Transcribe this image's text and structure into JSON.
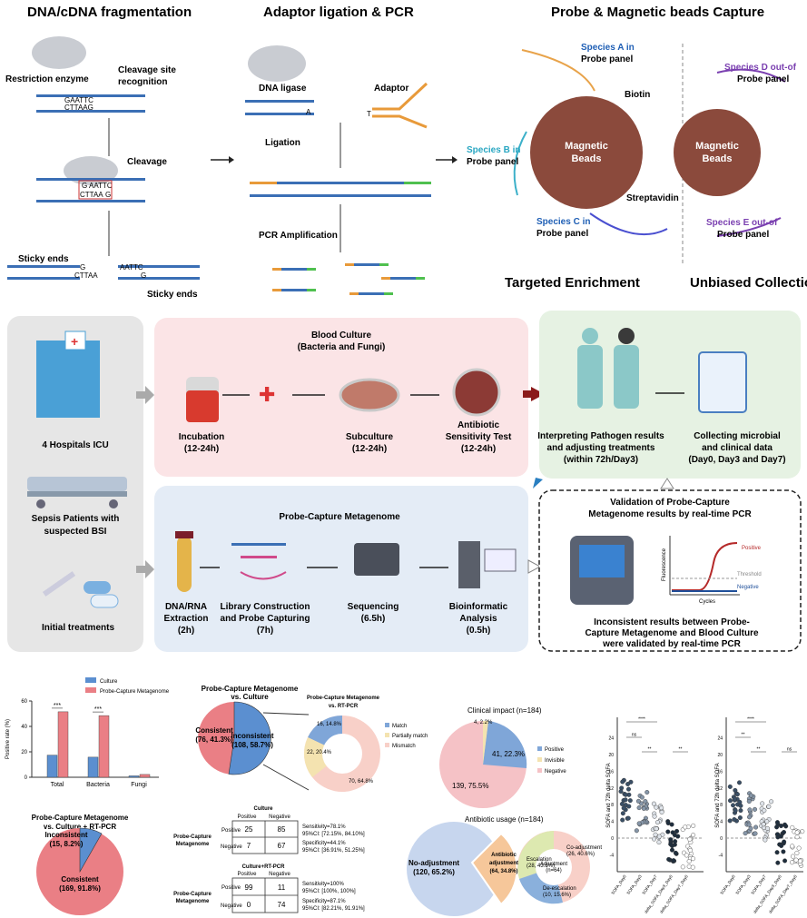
{
  "top": {
    "frag_title": "DNA/cDNA fragmentation",
    "restriction_enzyme": "Restriction enzyme",
    "cleavage_site": [
      "Cleavage site",
      "recognition"
    ],
    "seq_top": "GAATTC",
    "seq_bottom": "CTTAAG",
    "cleavage": "Cleavage",
    "cleave_top_left": "G",
    "cleave_top_right": "AATTC",
    "cleave_bot_left": "CTTAA",
    "cleave_bot_right": "G",
    "sticky_ends_1": "Sticky ends",
    "sticky_ends_2": "Sticky ends",
    "sticky_g": "G",
    "sticky_cttaa": "CTTAA",
    "sticky_aattc": "AATTC",
    "sticky_g2": "G",
    "ligation_title": "Adaptor ligation & PCR",
    "dna_ligase": "DNA ligase",
    "adaptor": "Adaptor",
    "base_a": "A",
    "base_t": "T",
    "ligation": "Ligation",
    "pcr_amp": "PCR Amplification",
    "capture_title": "Probe & Magnetic beads Capture",
    "species_a": [
      "Species A in",
      "Probe panel"
    ],
    "species_b": [
      "Species B in",
      "Probe panel"
    ],
    "species_c": [
      "Species C in",
      "Probe panel"
    ],
    "species_d": [
      "Species D out-of",
      "Probe panel"
    ],
    "species_e": [
      "Species E out-of",
      "Probe panel"
    ],
    "species_a_letter": "A",
    "biotin": "Biotin",
    "streptavidin": "Streptavidin",
    "magnetic_beads": [
      "Magnetic",
      "Beads"
    ],
    "targeted": "Targeted Enrichment",
    "unbiased": "Unbiased Collection"
  },
  "workflow": {
    "icu": "4 Hospitals ICU",
    "sepsis": [
      "Sepsis Patients with",
      "suspected BSI"
    ],
    "initial": "Initial treatments",
    "blood_title": [
      "Blood Culture",
      "(Bacteria and Fungi)"
    ],
    "incubation": [
      "Incubation",
      "(12-24h)"
    ],
    "subculture": [
      "Subculture",
      "(12-24h)"
    ],
    "antibiotic_test": [
      "Antibiotic",
      "Sensitivity Test",
      "(12-24h)"
    ],
    "interpret": [
      "Interpreting Pathogen results",
      "and adjusting treatments",
      "(within 72h/Day3)"
    ],
    "collect": [
      "Collecting microbial",
      "and clinical data",
      "(Day0, Day3 and Day7)"
    ],
    "pcm_title": "Probe-Capture Metagenome",
    "extraction": [
      "DNA/RNA",
      "Extraction",
      "(2h)"
    ],
    "library": [
      "Library Construction",
      "and Probe Capturing",
      "(7h)"
    ],
    "sequencing": [
      "Sequencing",
      "(6.5h)"
    ],
    "bioinf": [
      "Bioinformatic",
      "Analysis",
      "(0.5h)"
    ],
    "validation_title": [
      "Validation of Probe-Capture",
      "Metagenome results by real-time PCR"
    ],
    "validation_text": [
      "Inconsistent results between Probe-",
      "Capture Metagenome and Blood Culture",
      "were validated by real-time PCR"
    ],
    "qpcr_positive": "Positive",
    "qpcr_threshold": "Threshold",
    "qpcr_negative": "Negative",
    "qpcr_ylabel": "Fluorescence",
    "qpcr_xlabel": "Cycles"
  },
  "results": {
    "pie1_title": [
      "Probe-Capture Metagenome",
      "vs. Culture"
    ],
    "pie1_consistent": [
      "Consistent",
      "(76, 41.3%)"
    ],
    "pie1_inconsistent": [
      "Inconsistent",
      "(108, 58.7%)"
    ],
    "donut_title": [
      "Probe-Capture Metagenome",
      "vs. RT-PCR"
    ],
    "donut_a": "16, 14.8%",
    "donut_b": "22, 20.4%",
    "donut_c": "70, 64.8%",
    "donut_legend": [
      "Match",
      "Partially match",
      "Mismatch"
    ],
    "pie2_title": [
      "Probe-Capture Metagenome",
      "vs. Culture + RT-PCR"
    ],
    "pie2_inconsistent": [
      "Inconsistent",
      "(15, 8.2%)"
    ],
    "pie2_consistent": [
      "Consistent",
      "(169, 91.8%)"
    ],
    "clinical_title": "Clinical impact (n=184)",
    "clinical_top": "4, 2.2%",
    "clinical_mid": "41, 22.3%",
    "clinical_big": "139, 75.5%",
    "clinical_legend": [
      "Positive",
      "Invisible",
      "Negative"
    ],
    "antibiotic_title": "Antibiotic usage (n=184)",
    "no_adjust": [
      "No-adjustment",
      "(120, 65.2%)"
    ],
    "adjust": [
      "Antibiotic",
      "adjustment",
      "(64, 34.8%)"
    ],
    "escalation": [
      "Escalation",
      "(28, 43.8%)"
    ],
    "adjustment_small": [
      "Adjustment",
      "(n=64)"
    ],
    "co_adjust": [
      "Co-adjustment",
      "(26, 40.6%)"
    ],
    "de_escalation": [
      "De-escalation",
      "(10, 15.6%)"
    ],
    "table1": {
      "header": "Culture",
      "sub": [
        "Positive",
        "Negative"
      ],
      "row_label": [
        "Probe-Capture",
        "Metagenome"
      ],
      "rows": [
        [
          "Positive",
          "25",
          "85"
        ],
        [
          "Negative",
          "7",
          "67"
        ]
      ],
      "stats": [
        "Sensitivity=78.1%",
        "95%CI: [72.15%, 84.10%]",
        "Specificity=44.1%",
        "95%CI: [36.91%, 51.25%]"
      ]
    },
    "table2": {
      "header": "Culture+RT-PCR",
      "sub": [
        "Positive",
        "Negative"
      ],
      "row_label": [
        "Probe-Capture",
        "Metagenome"
      ],
      "rows": [
        [
          "Positive",
          "99",
          "11"
        ],
        [
          "Negative",
          "0",
          "74"
        ]
      ],
      "stats": [
        "Sensitivity=100%",
        "95%CI: [100%, 100%]",
        "Specificity=87.1%",
        "95%CI: [82.21%, 91.91%]"
      ]
    },
    "sofa_ylabel": "SOFA and 72h delta SOFA",
    "sofa_yticks": [
      "24",
      "20",
      "16",
      "12",
      "8",
      "4",
      "0",
      "-4"
    ],
    "sofa1_xlabels": [
      "SOFA_Day0",
      "SOFA_Day3",
      "SOFA_Day7",
      "delta_SOFA_Day3_Day0",
      "delta_SOFA_Day7_Day0"
    ],
    "sofa2_xlabels": [
      "SOFA_Day0",
      "SOFA_Day3",
      "SOFA_Day7",
      "delta_SOFA_Day3_Day0",
      "delta_SOFA_Day7_Day0"
    ],
    "sofa1_sig": [
      "****",
      "ns",
      "**",
      "**"
    ],
    "sofa2_sig": [
      "****",
      "**",
      "**",
      "ns"
    ]
  },
  "chart_data": {
    "type": "bar",
    "categories": [
      "Total",
      "Bacteria",
      "Fungi"
    ],
    "series": [
      {
        "name": "Culture",
        "values": [
          17.4,
          15.8,
          1.1
        ],
        "color": "#5b8fd0"
      },
      {
        "name": "Probe-Capture Metagenome",
        "values": [
          51.5,
          48.5,
          2.2
        ],
        "color": "#ea7f85"
      }
    ],
    "ylabel": "Positive rate (%)",
    "yticks": [
      "0",
      "20",
      "40",
      "60"
    ],
    "ylim": [
      0,
      60
    ],
    "sig": [
      "***",
      "***"
    ],
    "legend": "top-right"
  }
}
